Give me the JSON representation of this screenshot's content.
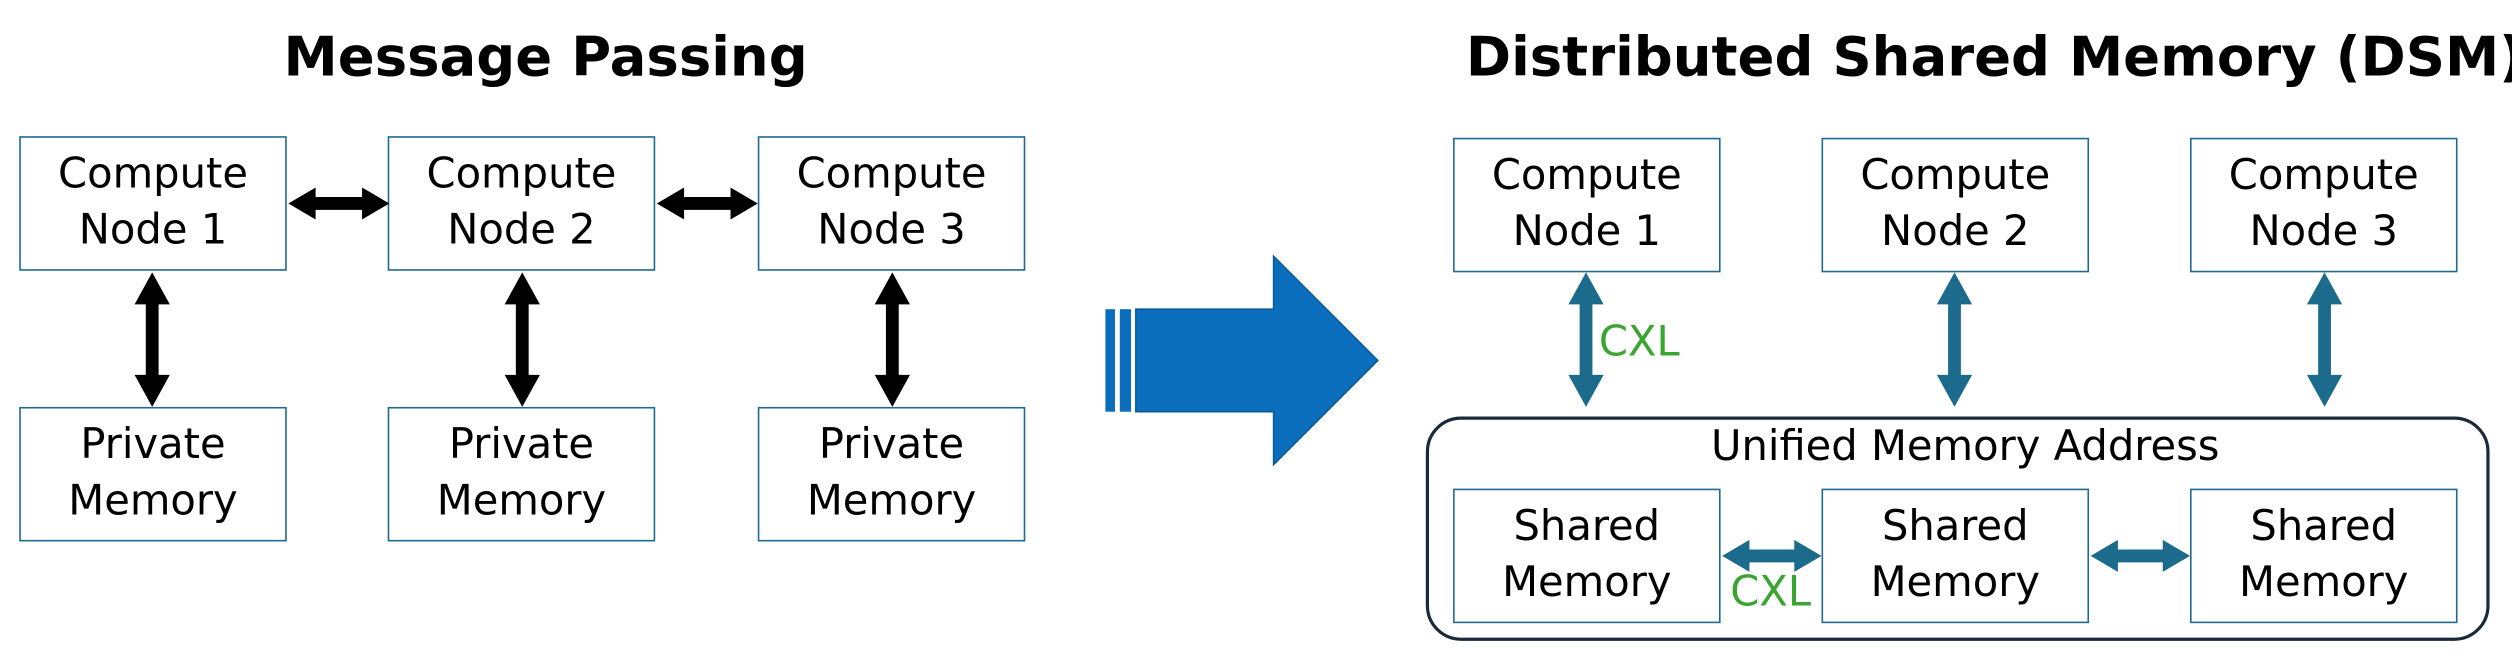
{
  "colors": {
    "black_arrow": "#000000",
    "cxl_arrow": "#1c6b8c",
    "cxl_text": "#3aa531",
    "big_arrow": "#0a6ebd",
    "box_border": "#1f6a8f"
  },
  "left": {
    "title": "Message Passing",
    "compute_nodes": [
      {
        "line1": "Compute",
        "line2": "Node 1"
      },
      {
        "line1": "Compute",
        "line2": "Node 2"
      },
      {
        "line1": "Compute",
        "line2": "Node 3"
      }
    ],
    "memories": [
      {
        "line1": "Private",
        "line2": "Memory"
      },
      {
        "line1": "Private",
        "line2": "Memory"
      },
      {
        "line1": "Private",
        "line2": "Memory"
      }
    ]
  },
  "right": {
    "title": "Distributed Shared Memory (DSM)",
    "compute_nodes": [
      {
        "line1": "Compute",
        "line2": "Node 1"
      },
      {
        "line1": "Compute",
        "line2": "Node 2"
      },
      {
        "line1": "Compute",
        "line2": "Node 3"
      }
    ],
    "group_label": "Unified Memory Address",
    "memories": [
      {
        "line1": "Shared",
        "line2": "Memory"
      },
      {
        "line1": "Shared",
        "line2": "Memory"
      },
      {
        "line1": "Shared",
        "line2": "Memory"
      }
    ],
    "cxl_vertical": "CXL",
    "cxl_horizontal": "CXL"
  }
}
